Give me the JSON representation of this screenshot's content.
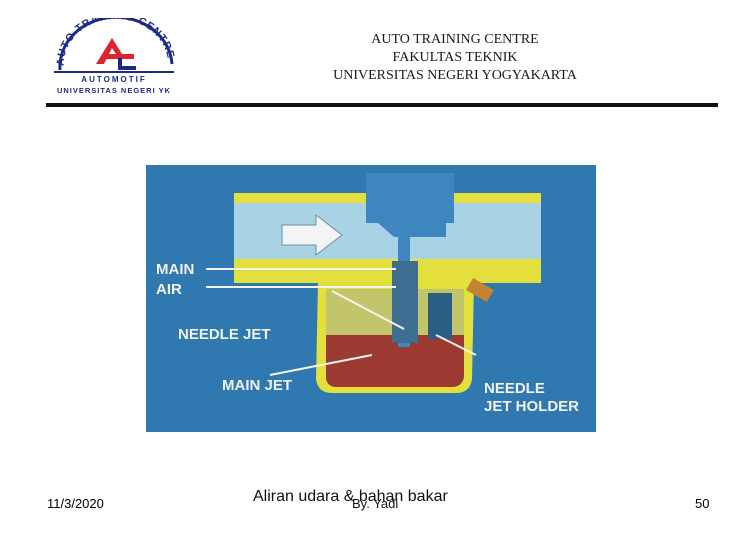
{
  "header": {
    "line1": "AUTO TRAINING CENTRE",
    "line2": "FAKULTAS TEKNIK",
    "line3": "UNIVERSITAS NEGERI YOGYAKARTA"
  },
  "logo": {
    "top_text": "AUTO TRAINING CENTRE",
    "middle_text": "AUTOMOTIF",
    "bottom_text": "UNIVERSITAS NEGERI YK"
  },
  "figure": {
    "labels": {
      "main_air_1": "MAIN",
      "main_air_2": "AIR",
      "needle_jet": "NEEDLE JET",
      "main_jet": "MAIN JET",
      "needle_jet_holder_1": "NEEDLE",
      "needle_jet_holder_2": "JET HOLDER"
    }
  },
  "footer": {
    "date": "11/3/2020",
    "caption": "Aliran udara & bahan bakar",
    "author": "By. Yadi",
    "page": "50"
  },
  "colors": {
    "figure_bg": "#2f78b0",
    "body_yellow": "#e3df3c",
    "fuel": "#9c3a32",
    "air_channel": "#a9d2e4",
    "needle_blue": "#3d86bf"
  }
}
